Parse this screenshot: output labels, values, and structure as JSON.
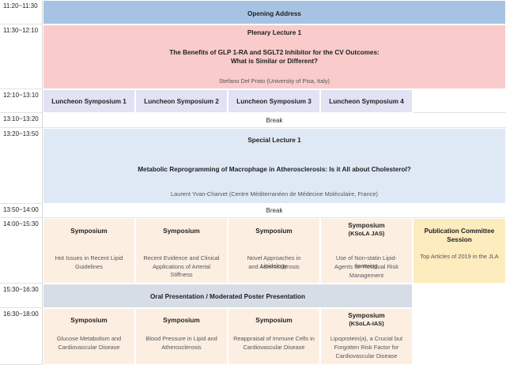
{
  "rows": {
    "opening": {
      "time": "11:20~11:30",
      "title": "Opening Address"
    },
    "plenary": {
      "time": "11:30~12:10",
      "heading": "Plenary Lecture 1",
      "title_line1": "The Benefits of GLP 1-RA and SGLT2 Inhibitor for the CV Outcomes:",
      "title_line2": "What is Similar or Different?",
      "speaker": "Stefano Del Prato (University of Pisa, Italy)"
    },
    "luncheon": {
      "time": "12:10~13:10",
      "items": [
        "Luncheon Symposium 1",
        "Luncheon Symposium 2",
        "Luncheon Symposium 3",
        "Luncheon Symposium 4"
      ]
    },
    "break1": {
      "time": "13:10~13:20",
      "label": "Break"
    },
    "special": {
      "time": "13:20~13:50",
      "heading": "Special Lecture 1",
      "title": "Metabolic Reprogramming of Macrophage in Atherosclerosis: Is it All about Cholesterol?",
      "speaker": "Laurent Yvan-Charvet (Centre Méditerranéen de Médecine Moléculaire, France)"
    },
    "break2": {
      "time": "13:50~14:00",
      "label": "Break"
    },
    "sym1": {
      "time": "14:00~15:30",
      "items": [
        {
          "heading": "Symposium",
          "tag": "",
          "text1": "Hot Issues in Recent Lipid",
          "text2": "Guidelines",
          "text3": ""
        },
        {
          "heading": "Symposium",
          "tag": "",
          "text1": "Recent Evidence and Clinical",
          "text2": "Applications of Arterial Stiffness",
          "text3": ""
        },
        {
          "heading": "Symposium",
          "tag": "",
          "text1": "Novel Approaches in Lipidology",
          "text2": "and Atherosclerosis",
          "text3": ""
        },
        {
          "heading": "Symposium",
          "tag": "(KSoLA JAS)",
          "text1": "Use of Non-statin Lipid-lowering",
          "text2": "Agents for Residual Risk",
          "text3": "Management"
        }
      ],
      "publication": {
        "heading1": "Publication Committee",
        "heading2": "Session",
        "text": "Top Articles of 2019 in the JLA"
      }
    },
    "oral": {
      "time": "15:30~16:30",
      "title": "Oral Presentation / Moderated Poster Presentation"
    },
    "sym2": {
      "time": "16:30~18:00",
      "items": [
        {
          "heading": "Symposium",
          "tag": "",
          "text1": "Glucose Metabolism and",
          "text2": "Cardiovascular Disease",
          "text3": ""
        },
        {
          "heading": "Symposium",
          "tag": "",
          "text1": "Blood Pressure in Lipid and",
          "text2": "Atherosclerosis",
          "text3": ""
        },
        {
          "heading": "Symposium",
          "tag": "",
          "text1": "Reappraisal of Immune Cells in",
          "text2": "Cardiovascular Disease",
          "text3": ""
        },
        {
          "heading": "Symposium",
          "tag": "(KSoLA-IAS)",
          "text1": "Lipoprotein(a), a Crucial but",
          "text2": "Forgotten Risk Factor for",
          "text3": "Cardiovascular Disease"
        }
      ]
    }
  },
  "colors": {
    "opening": "#a7c3e3",
    "plenary": "#f9cbcb",
    "luncheon": "#e2e2f5",
    "special": "#dfe9f5",
    "symposium": "#fcefe2",
    "publication": "#fdecbd",
    "oral": "#d6dde6"
  }
}
